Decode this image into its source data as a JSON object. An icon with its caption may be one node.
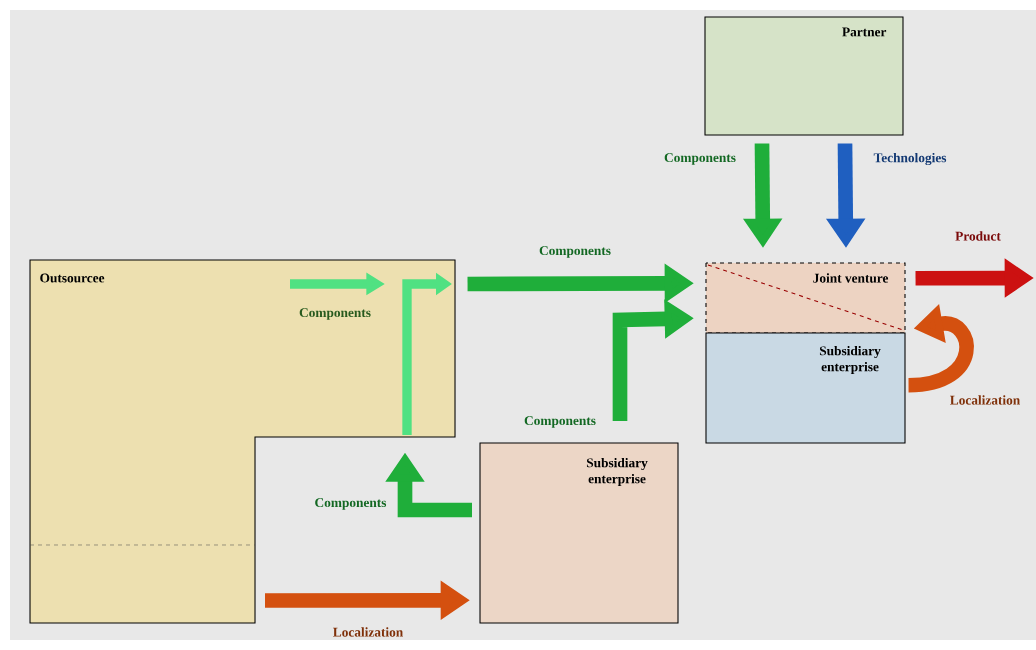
{
  "diagram": {
    "nodes": [
      {
        "text": [
          "Outsourcee"
        ]
      },
      {
        "text": [
          "Partner"
        ]
      },
      {
        "text": [
          "Joint venture"
        ]
      },
      {
        "text": [
          "Subsidiary enterprise"
        ]
      },
      {
        "text": [
          "Subsidiary enterprise"
        ]
      }
    ],
    "edges": [
      {
        "from": 4,
        "to": 0,
        "arrow": "to",
        "label": "Components"
      },
      {
        "from": 0,
        "to": 2,
        "arrow": "to",
        "label": "Components"
      },
      {
        "from": 4,
        "to": 2,
        "arrow": "to",
        "label": "Components"
      },
      {
        "from": 1,
        "to": 2,
        "arrow": "to",
        "label": "Components"
      },
      {
        "from": 1,
        "to": 2,
        "arrow": "to",
        "label": "Technologies",
        "color": "#1f5fc0"
      },
      {
        "from": 2,
        "to": null,
        "arrow": "to",
        "label": "Product",
        "color": "#cc1111"
      },
      {
        "from": 0,
        "to": 4,
        "arrow": "to",
        "label": "Localization",
        "color": "#d4500f"
      },
      {
        "from": 3,
        "to": 2,
        "arrow": "to",
        "label": "Localization",
        "color": "#d4500f"
      }
    ],
    "labels": [
      "Components"
    ]
  }
}
